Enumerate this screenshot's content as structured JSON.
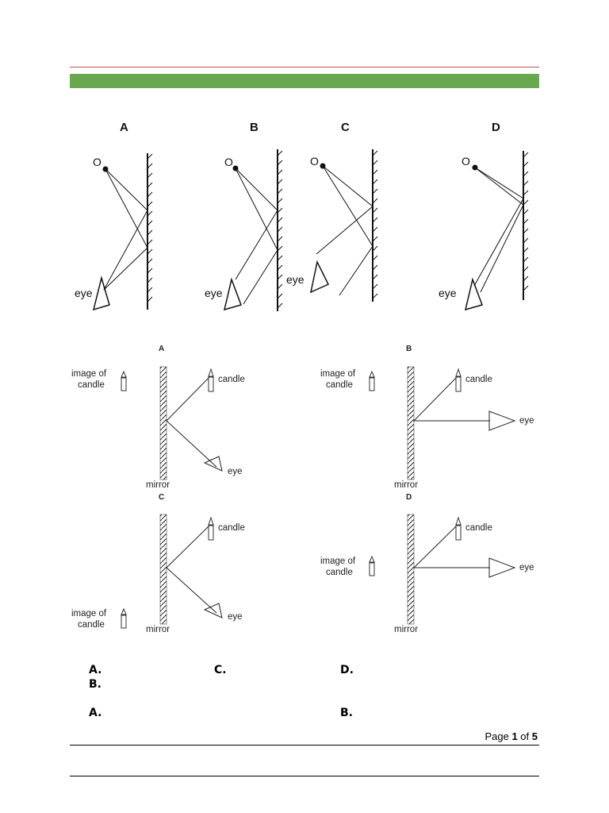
{
  "figure1": {
    "panels": [
      {
        "letter": "A",
        "object_label": "O",
        "eye_label": "eye"
      },
      {
        "letter": "B",
        "object_label": "O",
        "eye_label": "eye"
      },
      {
        "letter": "C",
        "object_label": "O",
        "eye_label": "eye"
      },
      {
        "letter": "D",
        "object_label": "O",
        "eye_label": "eye"
      }
    ]
  },
  "figure2": {
    "panels": [
      {
        "letter": "A",
        "image_label_1": "image of",
        "image_label_2": "candle",
        "candle_label": "candle",
        "eye_label": "eye",
        "mirror_label": "mirror"
      },
      {
        "letter": "B",
        "image_label_1": "image of",
        "image_label_2": "candle",
        "candle_label": "candle",
        "eye_label": "eye",
        "mirror_label": "mirror"
      },
      {
        "letter": "C",
        "image_label_1": "image of",
        "image_label_2": "candle",
        "candle_label": "candle",
        "eye_label": "eye",
        "mirror_label": "mirror"
      },
      {
        "letter": "D",
        "image_label_1": "image of",
        "image_label_2": "candle",
        "candle_label": "candle",
        "eye_label": "eye",
        "mirror_label": "mirror"
      }
    ]
  },
  "options_row1": [
    "A.",
    "C.",
    "D."
  ],
  "options_row2": [
    "B."
  ],
  "options_row3": [
    "A.",
    "B."
  ],
  "footer": {
    "prefix": "Page ",
    "page": "1",
    "middle": " of ",
    "total": "5"
  }
}
